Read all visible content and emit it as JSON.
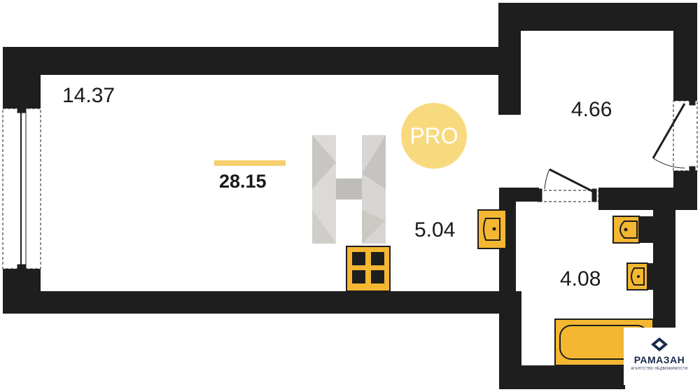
{
  "rooms": {
    "living_area": "14.37",
    "loggia_area": "4.66",
    "hall_area": "5.04",
    "bathroom_area": "4.08"
  },
  "total_area": "28.15",
  "badge": {
    "text": "PRO"
  },
  "brand": {
    "name": "РАМАЗАН",
    "tagline": "АГЕНТСТВО НЕДВИЖИМОСТИ"
  },
  "colors": {
    "wall": "#1e1e1e",
    "fixture": "#f4b731",
    "accent": "#f6cf6e",
    "badge": "#f8da7e",
    "watermark": "#d6d4d0",
    "brand": "#1a2b4a"
  },
  "icons": {
    "watermark": "letter-h-watermark-icon",
    "stove": "stove-icon",
    "sink": "sink-icon",
    "toilet": "toilet-icon",
    "bathtub": "bathtub-icon",
    "window": "window-icon",
    "door": "door-swing-icon",
    "logo": "rhombus-logo-icon"
  }
}
